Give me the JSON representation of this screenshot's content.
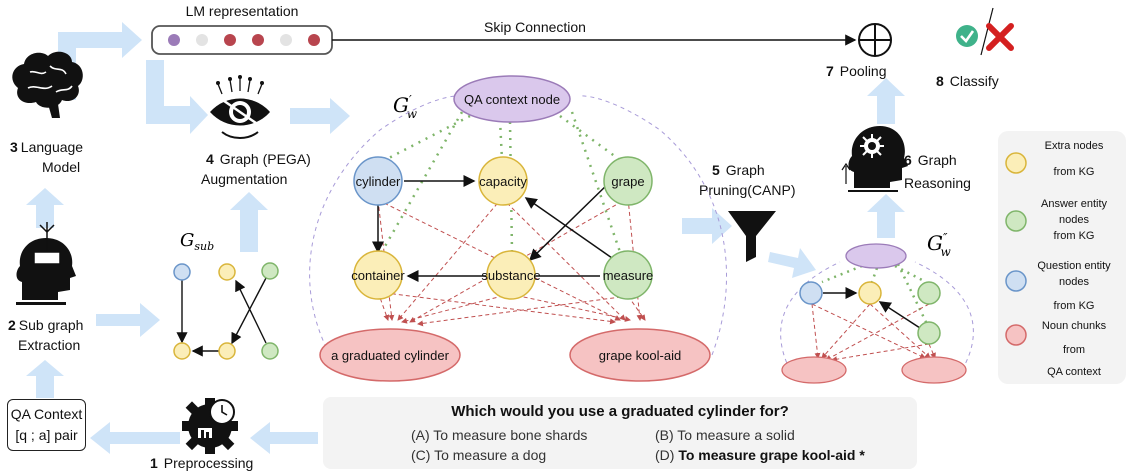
{
  "steps": {
    "lm_repr": "LM representation",
    "skip": "Skip Connection",
    "s1": {
      "num": "1",
      "label": "Preprocessing"
    },
    "s2": {
      "num": "2",
      "label1": "Sub graph",
      "label2": "Extraction"
    },
    "s3": {
      "num": "3",
      "label1": "Language",
      "label2": "Model"
    },
    "s4": {
      "num": "4",
      "label1": "Graph (PEGA)",
      "label2": "Augmentation"
    },
    "s5": {
      "num": "5",
      "label1": "Graph",
      "label2": "Pruning(CANP)"
    },
    "s6": {
      "num": "6",
      "label1": "Graph",
      "label2": "Reasoning"
    },
    "s7": {
      "num": "7",
      "label": "Pooling"
    },
    "s8": {
      "num": "8",
      "label": "Classify"
    }
  },
  "qa_context": {
    "line1": "QA Context",
    "line2": "[q ; a] pair"
  },
  "graph_labels": {
    "g_w_prime": {
      "base": "G",
      "sub": "w",
      "sup": "′"
    },
    "g_sub": {
      "base": "G",
      "sub": "sub"
    },
    "g_w_dprime": {
      "base": "G",
      "sub": "w",
      "sup": "″"
    }
  },
  "nodes": {
    "qa_context_node": "QA context node",
    "cylinder": "cylinder",
    "capacity": "capacity",
    "grape": "grape",
    "container": "container",
    "substance": "substance",
    "measure": "measure",
    "graduated_cylinder": "a graduated cylinder",
    "grape_koolaid": "grape kool-aid"
  },
  "legend": [
    {
      "color": "#fbeeb8",
      "stroke": "#d9b53a",
      "l1": "Extra nodes",
      "l2": "from KG",
      "l3": ""
    },
    {
      "color": "#cfe8c2",
      "stroke": "#7fb56a",
      "l1": "Answer entity",
      "l2": "nodes",
      "l3": "from KG"
    },
    {
      "color": "#cfdff2",
      "stroke": "#6a95c9",
      "l1": "Question entity",
      "l2": "nodes",
      "l3": "from KG"
    },
    {
      "color": "#f6c3c3",
      "stroke": "#d46a6a",
      "l1": "Noun chunks",
      "l2": "from",
      "l3": "QA context"
    }
  ],
  "question": {
    "title": "Which would you use a graduated cylinder for?",
    "a": "(A) To measure bone shards",
    "b": "(B) To measure  a solid",
    "c": "(C) To measure a dog",
    "d_prefix": "(D) ",
    "d_text": "To measure grape kool-aid *"
  },
  "colors": {
    "arrow_blue": "#cfe4f8",
    "lm_dots": [
      "#9b7bb8",
      "#e3e3e3",
      "#b8454e",
      "#b8454e",
      "#e3e3e3",
      "#b8454e"
    ]
  }
}
